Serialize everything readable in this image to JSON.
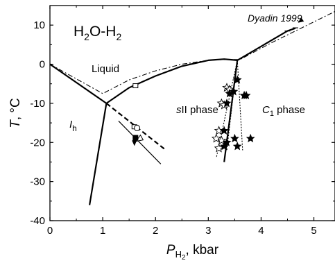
{
  "chart_data": {
    "type": "line",
    "system_label": {
      "base1": "H",
      "sub1": "2",
      "mid": "O-H",
      "sub2": "2"
    },
    "xlabel": {
      "base": "P",
      "sub": "H",
      "subsub": "2",
      "unit": ", kbar"
    },
    "ylabel": {
      "base": "T",
      "unit": ", °C"
    },
    "xlim": [
      0,
      5.4
    ],
    "ylim": [
      -40,
      15
    ],
    "x_ticks": [
      0,
      1,
      2,
      3,
      4,
      5
    ],
    "x_tick_labels": [
      "0",
      "1",
      "2",
      "3",
      "4",
      "5"
    ],
    "y_ticks": [
      -40,
      -30,
      -20,
      -10,
      0,
      10
    ],
    "y_tick_labels": [
      "-40",
      "-30",
      "-20",
      "-10",
      "0",
      "10"
    ],
    "regions": {
      "liquid": "Liquid",
      "ice": {
        "base": "I",
        "sub": "h"
      },
      "sII": {
        "italic": "s",
        "rest": "II phase"
      },
      "c1": {
        "italic": "C",
        "sub": "1",
        "rest": " phase"
      }
    },
    "reference": "Dyadin 1999",
    "series": [
      {
        "style": "solid",
        "points": [
          [
            0,
            0
          ],
          [
            1.07,
            -10
          ]
        ]
      },
      {
        "style": "solid",
        "points": [
          [
            1.07,
            -10
          ],
          [
            0.75,
            -36
          ]
        ]
      },
      {
        "style": "solid",
        "points": [
          [
            1.07,
            -10
          ],
          [
            1.5,
            -6
          ],
          [
            2.0,
            -3
          ],
          [
            2.5,
            -0.5
          ],
          [
            3.0,
            1.0
          ],
          [
            3.3,
            1.3
          ],
          [
            3.55,
            1.0
          ]
        ]
      },
      {
        "style": "solid",
        "points": [
          [
            3.55,
            1.0
          ],
          [
            4.5,
            8.5
          ],
          [
            4.65,
            9.2
          ]
        ]
      },
      {
        "style": "solid",
        "points": [
          [
            3.55,
            1.0
          ],
          [
            3.3,
            -25
          ]
        ]
      },
      {
        "style": "dashed",
        "points": [
          [
            1.07,
            -10
          ],
          [
            2.2,
            -22
          ]
        ]
      },
      {
        "style": "dashdot",
        "points": [
          [
            0,
            0
          ],
          [
            1.0,
            -7.5
          ],
          [
            1.5,
            -4
          ],
          [
            2.0,
            -1.7
          ],
          [
            2.5,
            0
          ],
          [
            3.0,
            1.0
          ],
          [
            3.3,
            1.2
          ],
          [
            3.6,
            1.2
          ],
          [
            4.2,
            5.5
          ],
          [
            5.4,
            13.5
          ]
        ]
      },
      {
        "style": "dotted",
        "points": [
          [
            3.55,
            1.0
          ],
          [
            3.15,
            -24
          ]
        ]
      },
      {
        "style": "dotted",
        "points": [
          [
            3.55,
            1.0
          ],
          [
            3.35,
            -22
          ]
        ]
      },
      {
        "style": "dotted",
        "points": [
          [
            3.55,
            1.0
          ],
          [
            3.65,
            -22
          ]
        ]
      },
      {
        "style": "solid-thin",
        "points": [
          [
            1.3,
            -14.5
          ],
          [
            2.1,
            -25.5
          ]
        ]
      }
    ],
    "markers": [
      {
        "kind": "open-star",
        "points": [
          [
            3.35,
            -6
          ],
          [
            3.4,
            -6.5
          ],
          [
            3.25,
            -10
          ],
          [
            3.3,
            -10.5
          ],
          [
            3.2,
            -17
          ],
          [
            3.25,
            -19.5
          ],
          [
            3.15,
            -19
          ],
          [
            3.2,
            -21.5
          ]
        ]
      },
      {
        "kind": "filled-star",
        "points": [
          [
            3.55,
            -4
          ],
          [
            3.48,
            -7
          ],
          [
            3.4,
            -7.5
          ],
          [
            3.68,
            -8
          ],
          [
            3.72,
            -8
          ],
          [
            3.35,
            -10
          ],
          [
            3.3,
            -17
          ],
          [
            3.8,
            -19
          ],
          [
            3.35,
            -20
          ],
          [
            3.5,
            -19
          ],
          [
            3.55,
            -21
          ],
          [
            3.3,
            -21
          ]
        ]
      },
      {
        "kind": "open-square",
        "points": [
          [
            1.62,
            -5.5
          ],
          [
            1.6,
            -16
          ]
        ]
      },
      {
        "kind": "open-circle",
        "points": [
          [
            1.65,
            -16.3
          ]
        ]
      },
      {
        "kind": "open-triangle",
        "points": [
          [
            1.7,
            -19
          ]
        ]
      },
      {
        "kind": "filled-square",
        "points": [
          [
            1.62,
            -18.8
          ]
        ]
      },
      {
        "kind": "error-bar",
        "points": [
          [
            4.5,
            8.5
          ],
          [
            4.65,
            9.3
          ]
        ]
      }
    ],
    "arrows": [
      {
        "from": [
          1.6,
          -20.7
        ],
        "to": [
          1.6,
          -20.9
        ]
      },
      {
        "from": [
          4.78,
          11.4
        ],
        "to": [
          4.7,
          10.6
        ]
      }
    ]
  }
}
